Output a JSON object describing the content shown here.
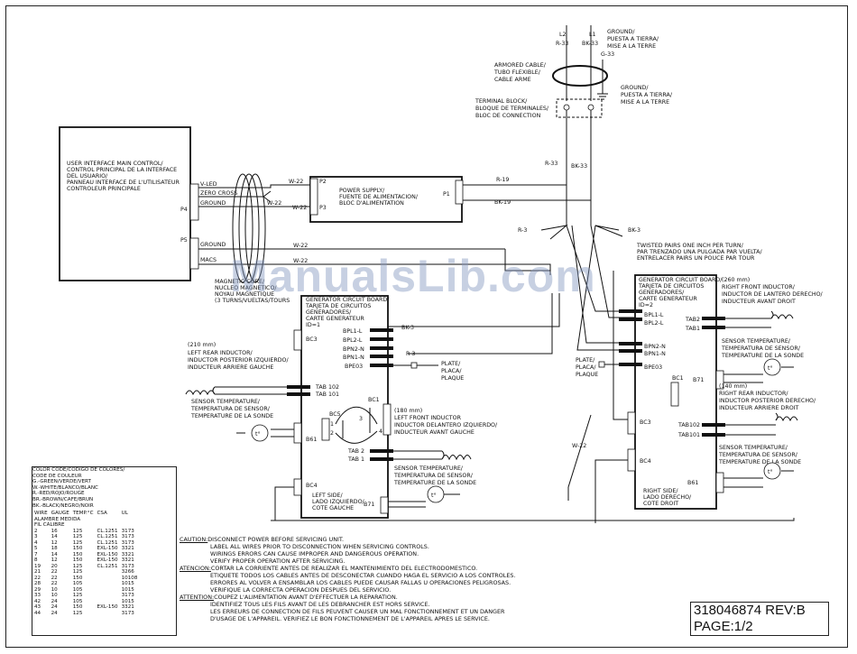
{
  "power": {
    "l2": "L2",
    "l1": "L1",
    "r33": "R-33",
    "bk33": "BK-33",
    "g33": "G-33",
    "ground_top": [
      "GROUND/",
      "PUESTA A TIERRA/",
      "MISE A LA TERRE"
    ],
    "armored": [
      "ARMORED CABLE/",
      "TUBO FLEXIBLE/",
      "CABLE ARME"
    ],
    "ground_mid": [
      "GROUND/",
      "PUESTA A TIERRA/",
      "MISE A LA TERRE"
    ],
    "terminal": [
      "TERMINAL BLOCK/",
      "BLOQUE DE TERMINALES/",
      "BLOC DE CONNECTION"
    ],
    "r33b": "R-33",
    "bk33b": "BK-33",
    "r19": "R-19",
    "bk19": "BK-19",
    "r3": "R-3",
    "bk3": "BK-3"
  },
  "ui_control": {
    "title": [
      "USER INTERFACE MAIN CONTROL/",
      "CONTROL PRINCIPAL DE LA INTERFACE",
      "DEL USUARIO/",
      "PANNEAU INTERFACE DE L'UTILISATEUR",
      "CONTROLEUR PRINCIPALE"
    ],
    "p4": "P4",
    "p5": "P5",
    "vled": "V-LED",
    "zero": "ZERO CROSS",
    "ground": "GROUND",
    "ground2": "GROUND",
    "macs": "MACS",
    "w22a": "W-22",
    "w22b": "W-22",
    "w22c": "W-22",
    "w22d": "W-22",
    "w22e": "W-22"
  },
  "psu": {
    "title": [
      "POWER SUPPLY/",
      "FUENTE DE ALIMENTACION/",
      "BLOC D'ALIMENTATION"
    ],
    "p2": "P2",
    "p3": "P3",
    "p1": "P1"
  },
  "magnetic": [
    "MAGNETIC CORE/",
    "NUCLEO MAGNETICO/",
    "NOYAU MAGNETIQUE",
    "(3 TURNS/VUELTAS/TOURS"
  ],
  "twisted": [
    "TWISTED PAIRS ONE INCH PER TURN/",
    "PAR TRENZADO UNA PULGADA PAR VUELTA/",
    "ENTRELACER PAIRS UN POUCE PAR TOUR"
  ],
  "left_board": {
    "title": [
      "GENERATOR CIRCUIT BOARD/",
      "TARJETA DE CIRCUITOS",
      "GENERADORES/",
      "CARTE GENERATEUR",
      "ID=1"
    ],
    "bc3": "BC3",
    "bc4": "BC4",
    "b61": "B61",
    "b71": "B71",
    "bc5": "BC5",
    "bc1": "BC1",
    "bpl1l": "BPL1-L",
    "bpl2l": "BPL2-L",
    "bpn2n": "BPN2-N",
    "bpn1n": "BPN1-N",
    "bpe03": "BPE03",
    "tab102": "TAB 102",
    "tab101": "TAB 101",
    "tab2": "TAB 2",
    "tab1": "TAB 1",
    "bk3": "BK-3",
    "r3": "R-3",
    "plate": [
      "PLATE/",
      "PLACA/",
      "PLAQUE"
    ],
    "side": [
      "LEFT SIDE/",
      "LADO IZQUIERDO/",
      "COTE GAUCHE"
    ],
    "n1": "1",
    "n2": "2",
    "n3": "3",
    "n4": "4"
  },
  "right_board": {
    "title": [
      "GENERATOR CIRCUIT BOARD/",
      "TARJETA DE CIRCUITOS",
      "GENERADORES/",
      "CARTE GENERATEUR",
      "ID=2"
    ],
    "bpl1l": "BPL1-L",
    "bpl2l": "BPL2-L",
    "bpn2n": "BPN2-N",
    "bpn1n": "BPN1-N",
    "bpe03": "BPE03",
    "tab2": "TAB2",
    "tab1": "TAB1",
    "tab102": "TAB102",
    "tab101": "TAB101",
    "bc1": "BC1",
    "b71": "B71",
    "bc3": "BC3",
    "bc4": "BC4",
    "b61": "B61",
    "plate": [
      "PLATE/",
      "PLACA/",
      "PLAQUE"
    ],
    "w22": "W-22",
    "side": [
      "RIGHT SIDE/",
      "LADO DERECHO/",
      "COTE DROIT"
    ]
  },
  "components": {
    "lr_ind": [
      "(210 mm)",
      "LEFT REAR INDUCTOR/",
      "INDUCTOR POSTERIOR IZQUIERDO/",
      "INDUCTEUR ARRIERE GAUCHE"
    ],
    "lr_sensor": [
      "SENSOR TEMPERATURE/",
      "TEMPERATURA DE SENSOR/",
      "TEMPERATURE DE LA SONDE"
    ],
    "lf_ind": [
      "(180 mm)",
      "LEFT FRONT INDUCTOR",
      "INDUCTOR DELANTERO IZQUIERDO/",
      "INDUCTEUR AVANT GAUCHE"
    ],
    "lf_sensor": [
      "SENSOR TEMPERATURE/",
      "TEMPERATURA DE SENSOR/",
      "TEMPERATURE DE LA SONDE"
    ],
    "rf_ind": [
      "(260 mm)",
      "RIGHT FRONT INDUCTOR/",
      "INDUCTOR DE LANTERO DERECHO/",
      "INDUCTEUR AVANT DROIT"
    ],
    "rf_sensor": [
      "SENSOR TEMPERATURE/",
      "TEMPERATURA DE SENSOR/",
      "TEMPERATURE DE LA SONDE"
    ],
    "rr_ind": [
      "(140 mm)",
      "RIGHT REAR INDUCTOR/",
      "INDUCTOR POSTERIOR DERECHO/",
      "INDUCTEUR ARRIERE DROIT"
    ],
    "rr_sensor": [
      "SENSOR TEMPERATURE/",
      "TEMPERATURA DE SENSOR/",
      "TEMPERATURE DE LA SONDE"
    ],
    "t": "t°"
  },
  "color_code": {
    "header": [
      "COLOR CODE/CODIGO DE COLORES/",
      "CODE DE COULEUR",
      "G.-GREEN/VERDE/VERT",
      "W.-WHITE/BLANCO/BLANC",
      "R.-RED/ROJO/ROUGE",
      "BR.-BROWN/CAFE/BRUN",
      "BK.-BLACK/NEGRO/NOIR"
    ],
    "columns": [
      "WIRE",
      "GAUGE",
      "TEMP.°C",
      "CSA",
      "UL"
    ],
    "sub": [
      "ALAMBRE MEDIDA",
      "FIL    CALIBRE"
    ],
    "rows": [
      [
        "2",
        "16",
        "125",
        "CL.1251",
        "3173"
      ],
      [
        "3",
        "14",
        "125",
        "CL.1251",
        "3173"
      ],
      [
        "4",
        "12",
        "125",
        "CL.1251",
        "3173"
      ],
      [
        "5",
        "18",
        "150",
        "EXL-150",
        "3321"
      ],
      [
        "7",
        "14",
        "150",
        "EXL-150",
        "3321"
      ],
      [
        "8",
        "12",
        "150",
        "EXL-150",
        "3321"
      ],
      [
        "19",
        "20",
        "125",
        "CL.1251",
        "3173"
      ],
      [
        "21",
        "22",
        "125",
        "",
        "3266"
      ],
      [
        "22",
        "22",
        "150",
        "",
        "10108"
      ],
      [
        "28",
        "22",
        "105",
        "",
        "1015"
      ],
      [
        "29",
        "10",
        "105",
        "",
        "1015"
      ],
      [
        "33",
        "10",
        "125",
        "",
        "3173"
      ],
      [
        "42",
        "24",
        "105",
        "",
        "1015"
      ],
      [
        "43",
        "24",
        "150",
        "EXL-150",
        "3321"
      ],
      [
        "44",
        "24",
        "125",
        "",
        "3173"
      ]
    ]
  },
  "cautions": [
    [
      "CAUTION:",
      "DISCONNECT POWER BEFORE SERVICING UNIT."
    ],
    [
      "",
      "LABEL ALL WIRES PRIOR TO DISCONNECTION WHEN SERVICING CONTROLS."
    ],
    [
      "",
      "WIRINGS ERRORS CAN CAUSE IMPROPER AND DANGEROUS OPERATION."
    ],
    [
      "",
      "VERIFY PROPER OPERATION AFTER SERVICING."
    ],
    [
      "ATENCION:",
      "CORTAR LA CORRIENTE ANTES DE REALIZAR EL MANTENIMIENTO DEL ELECTRODOMESTICO."
    ],
    [
      "",
      "ETIQUETE TODOS LOS CABLES ANTES DE DESCONECTAR CUANDO HAGA EL SERVICIO A LOS CONTROLES."
    ],
    [
      "",
      "ERRORES AL VOLVER A ENSAMBLAR LOS CABLES PUEDE CAUSAR FALLAS U OPERACIONES PELIGROSAS."
    ],
    [
      "",
      "VERIFIQUE LA CORRECTA OPERACION DESPUES DEL SERVICIO."
    ],
    [
      "ATTENTION:",
      "COUPEZ L'ALIMENTATION AVANT D'EFFECTUER LA REPARATION."
    ],
    [
      "",
      "IDENTIFIEZ TOUS LES FILS AVANT DE LES DEBRANCHER EST HORS SERVICE."
    ],
    [
      "",
      "LES ERREURS DE CONNECTION DE FILS PEUVENT CAUSER UN MAL FONCTIONNEMENT ET UN DANGER"
    ],
    [
      "",
      "D'USAGE DE L'APPAREIL. VERIFIEZ LE BON FONCTIONNEMENT DE L'APPAREIL APRES LE SERVICE."
    ]
  ],
  "doc": {
    "number": "318046874 REV:B",
    "page": "PAGE:1/2"
  },
  "watermark": "ManualsLib.com"
}
